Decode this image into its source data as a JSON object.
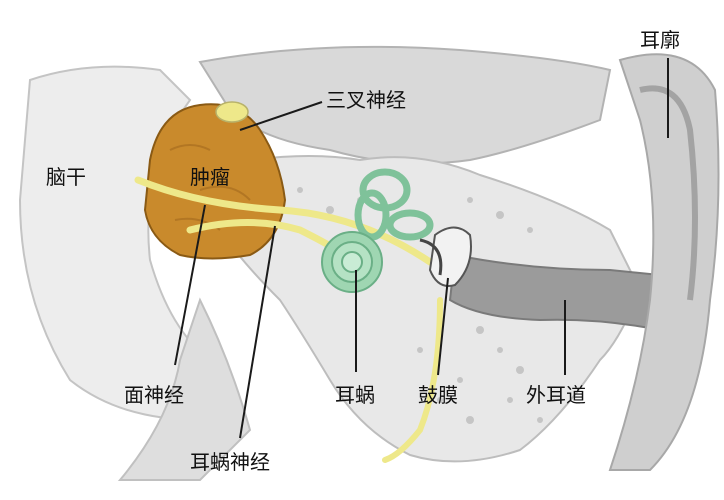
{
  "labels": {
    "auricle": "耳廓",
    "trigeminal_nerve": "三叉神经",
    "brainstem": "脑干",
    "tumor": "肿瘤",
    "facial_nerve": "面神经",
    "cochlea": "耳蜗",
    "eardrum": "鼓膜",
    "external_auditory_canal": "外耳道",
    "cochlear_nerve": "耳蜗神经"
  },
  "colors": {
    "tumor": "#c98a2c",
    "nerve": "#eee88a",
    "cochlea": "#9fd6b2",
    "bone": "#e2e2e2",
    "soft_tissue": "#c9c9c9",
    "line": "#1a1a1a"
  }
}
